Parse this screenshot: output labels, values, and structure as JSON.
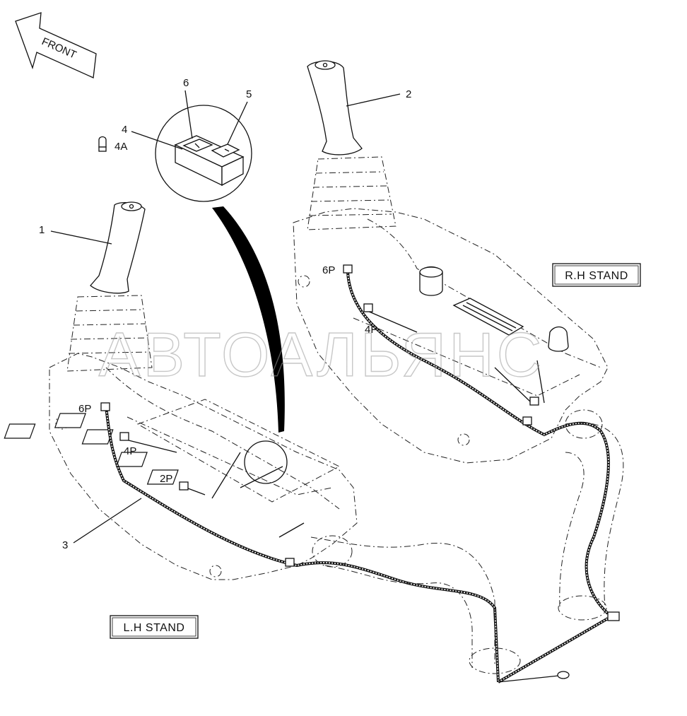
{
  "direction": {
    "label": "FRONT"
  },
  "callouts": [
    {
      "id": "1",
      "text": "1"
    },
    {
      "id": "2",
      "text": "2"
    },
    {
      "id": "3",
      "text": "3"
    },
    {
      "id": "4",
      "text": "4"
    },
    {
      "id": "4A",
      "text": "4A"
    },
    {
      "id": "5",
      "text": "5"
    },
    {
      "id": "6",
      "text": "6"
    }
  ],
  "connectors": {
    "lh_6p": "6P",
    "lh_4p": "4P",
    "lh_2p": "2P",
    "rh_6p": "6P",
    "rh_4p": "4P"
  },
  "stands": {
    "left": "L.H STAND",
    "right": "R.H STAND"
  },
  "watermark": "АВТОАЛЬЯНС"
}
